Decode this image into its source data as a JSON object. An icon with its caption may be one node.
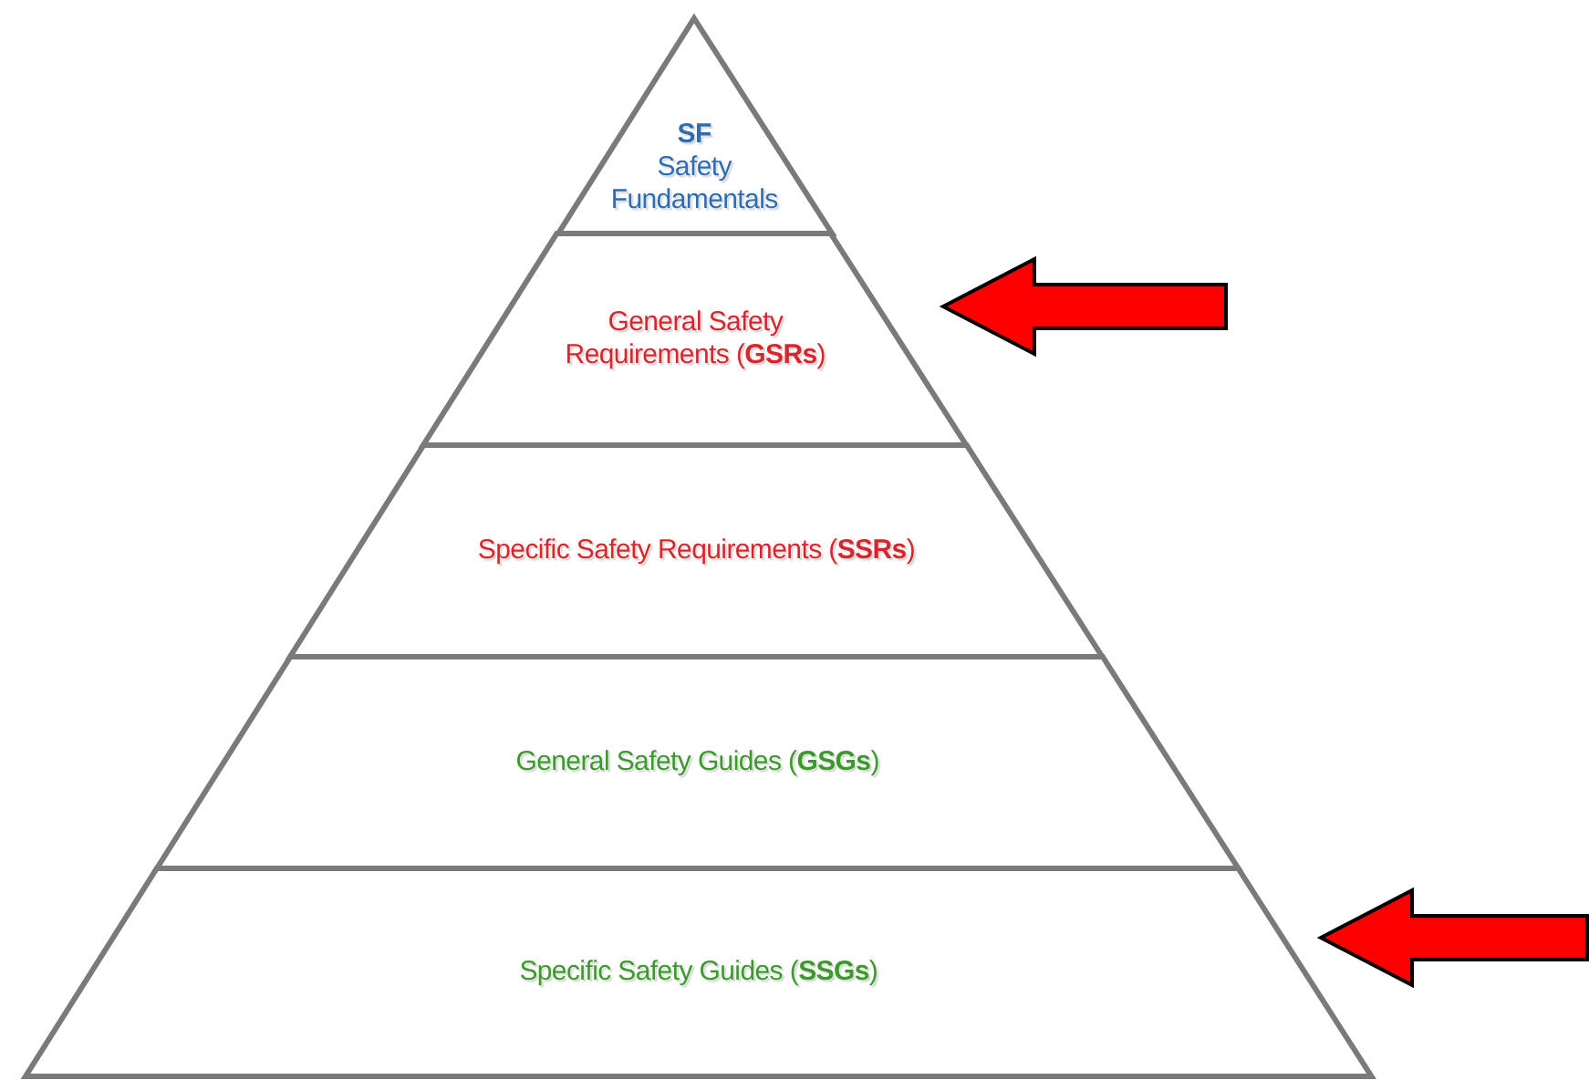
{
  "diagram": {
    "nodes": [
      {
        "text": [
          "SF",
          "Safety Fundamentals"
        ]
      },
      {
        "text": [
          "General Safety Requirements (**GSRs**)"
        ]
      },
      {
        "text": [
          "Specific Safety Requirements (**SSRs**)"
        ]
      },
      {
        "text": [
          "General Safety Guides (**GSGs**)"
        ]
      },
      {
        "text": [
          "Specific Safety Guides (**SSGs**)"
        ]
      }
    ],
    "edges": [
      {
        "from": null,
        "to": 1,
        "arrow": "to",
        "style": "thick",
        "color": "#ff0000"
      },
      {
        "from": null,
        "to": 4,
        "arrow": "to",
        "style": "thick",
        "color": "#ff0000"
      }
    ]
  }
}
